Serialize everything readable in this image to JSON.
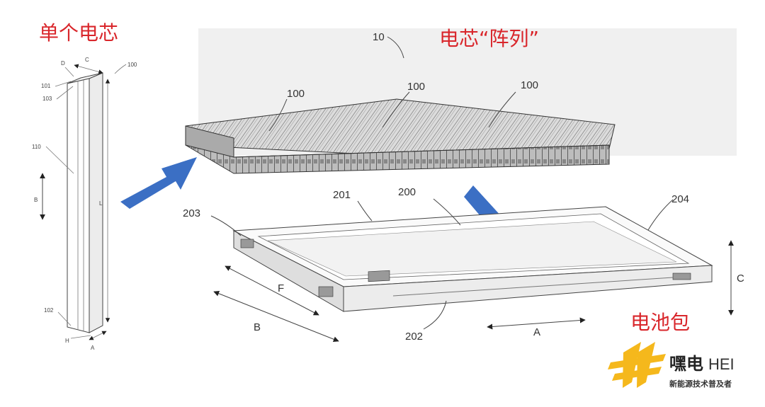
{
  "titles": {
    "single_cell": "单个电芯",
    "cell_array": "电芯“阵列”",
    "battery_pack": "电池包"
  },
  "cell_labels": {
    "ref": "100",
    "top_101": "101",
    "top_103": "103",
    "body_110": "110",
    "bottom_102": "102",
    "dim_d": "D",
    "dim_c": "C",
    "dim_b": "B",
    "dim_l": "L",
    "dim_h": "H",
    "dim_a": "A"
  },
  "array_labels": {
    "ref": "10",
    "cell_1": "100",
    "cell_2": "100",
    "cell_3": "100"
  },
  "pack_labels": {
    "ref_201": "201",
    "ref_200": "200",
    "ref_203": "203",
    "ref_204": "204",
    "ref_202": "202",
    "dim_f": "F",
    "dim_b": "B",
    "dim_a": "A",
    "dim_c": "C"
  },
  "logo": {
    "cn": "嘿电",
    "en": "HEI",
    "subtitle": "新能源技术普及者",
    "color": "#f5b81c"
  },
  "colors": {
    "title_red": "#d9262b",
    "arrow_blue": "#3b6fc4"
  }
}
